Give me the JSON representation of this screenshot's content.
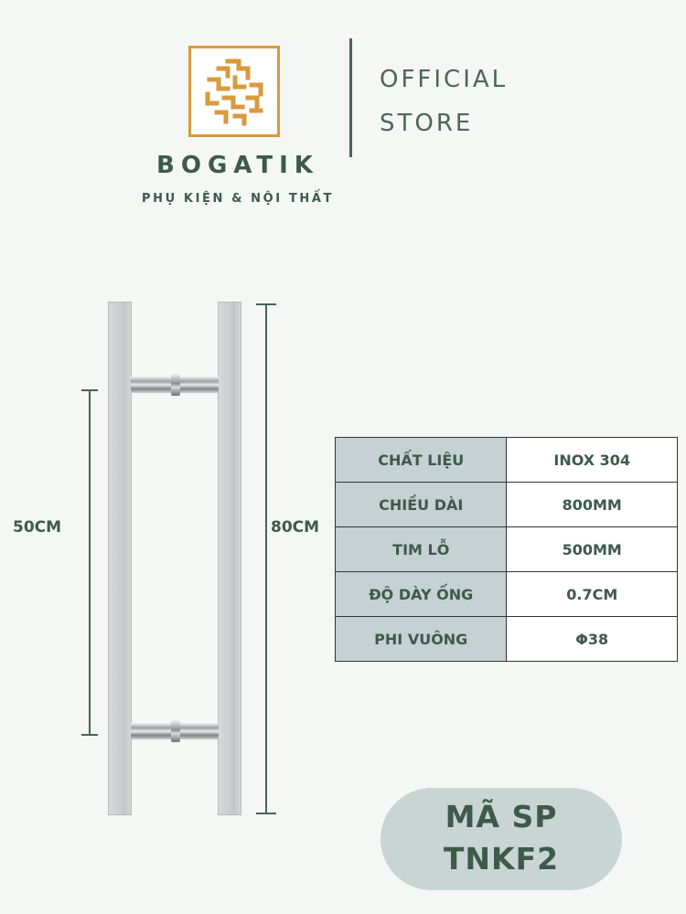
{
  "header": {
    "brand_name": "BOGATIK",
    "brand_subtitle": "PHỤ KIỆN & NỘI THẤT",
    "store_line1": "OFFICIAL",
    "store_line2": "STORE",
    "logo_icon": "maze-square-logo",
    "logo_color": "#d99a3c"
  },
  "dimensions": {
    "hole_distance_label": "50CM",
    "total_length_label": "80CM"
  },
  "specs": [
    {
      "label": "CHẤT LIỆU",
      "value": "INOX 304"
    },
    {
      "label": "CHIỀU DÀI",
      "value": "800MM"
    },
    {
      "label": "TIM LỖ",
      "value": "500MM"
    },
    {
      "label": "ĐỘ DÀY ỐNG",
      "value": "0.7CM"
    },
    {
      "label": "PHI VUÔNG",
      "value": "Φ38"
    }
  ],
  "product_code": {
    "line1": "MÃ SP",
    "line2": "TNKF2"
  },
  "colors": {
    "primary_green": "#3e5a49",
    "table_label_bg": "#c5d1d3",
    "pill_bg": "#c9d4d5",
    "background": "#f5f7f5"
  }
}
